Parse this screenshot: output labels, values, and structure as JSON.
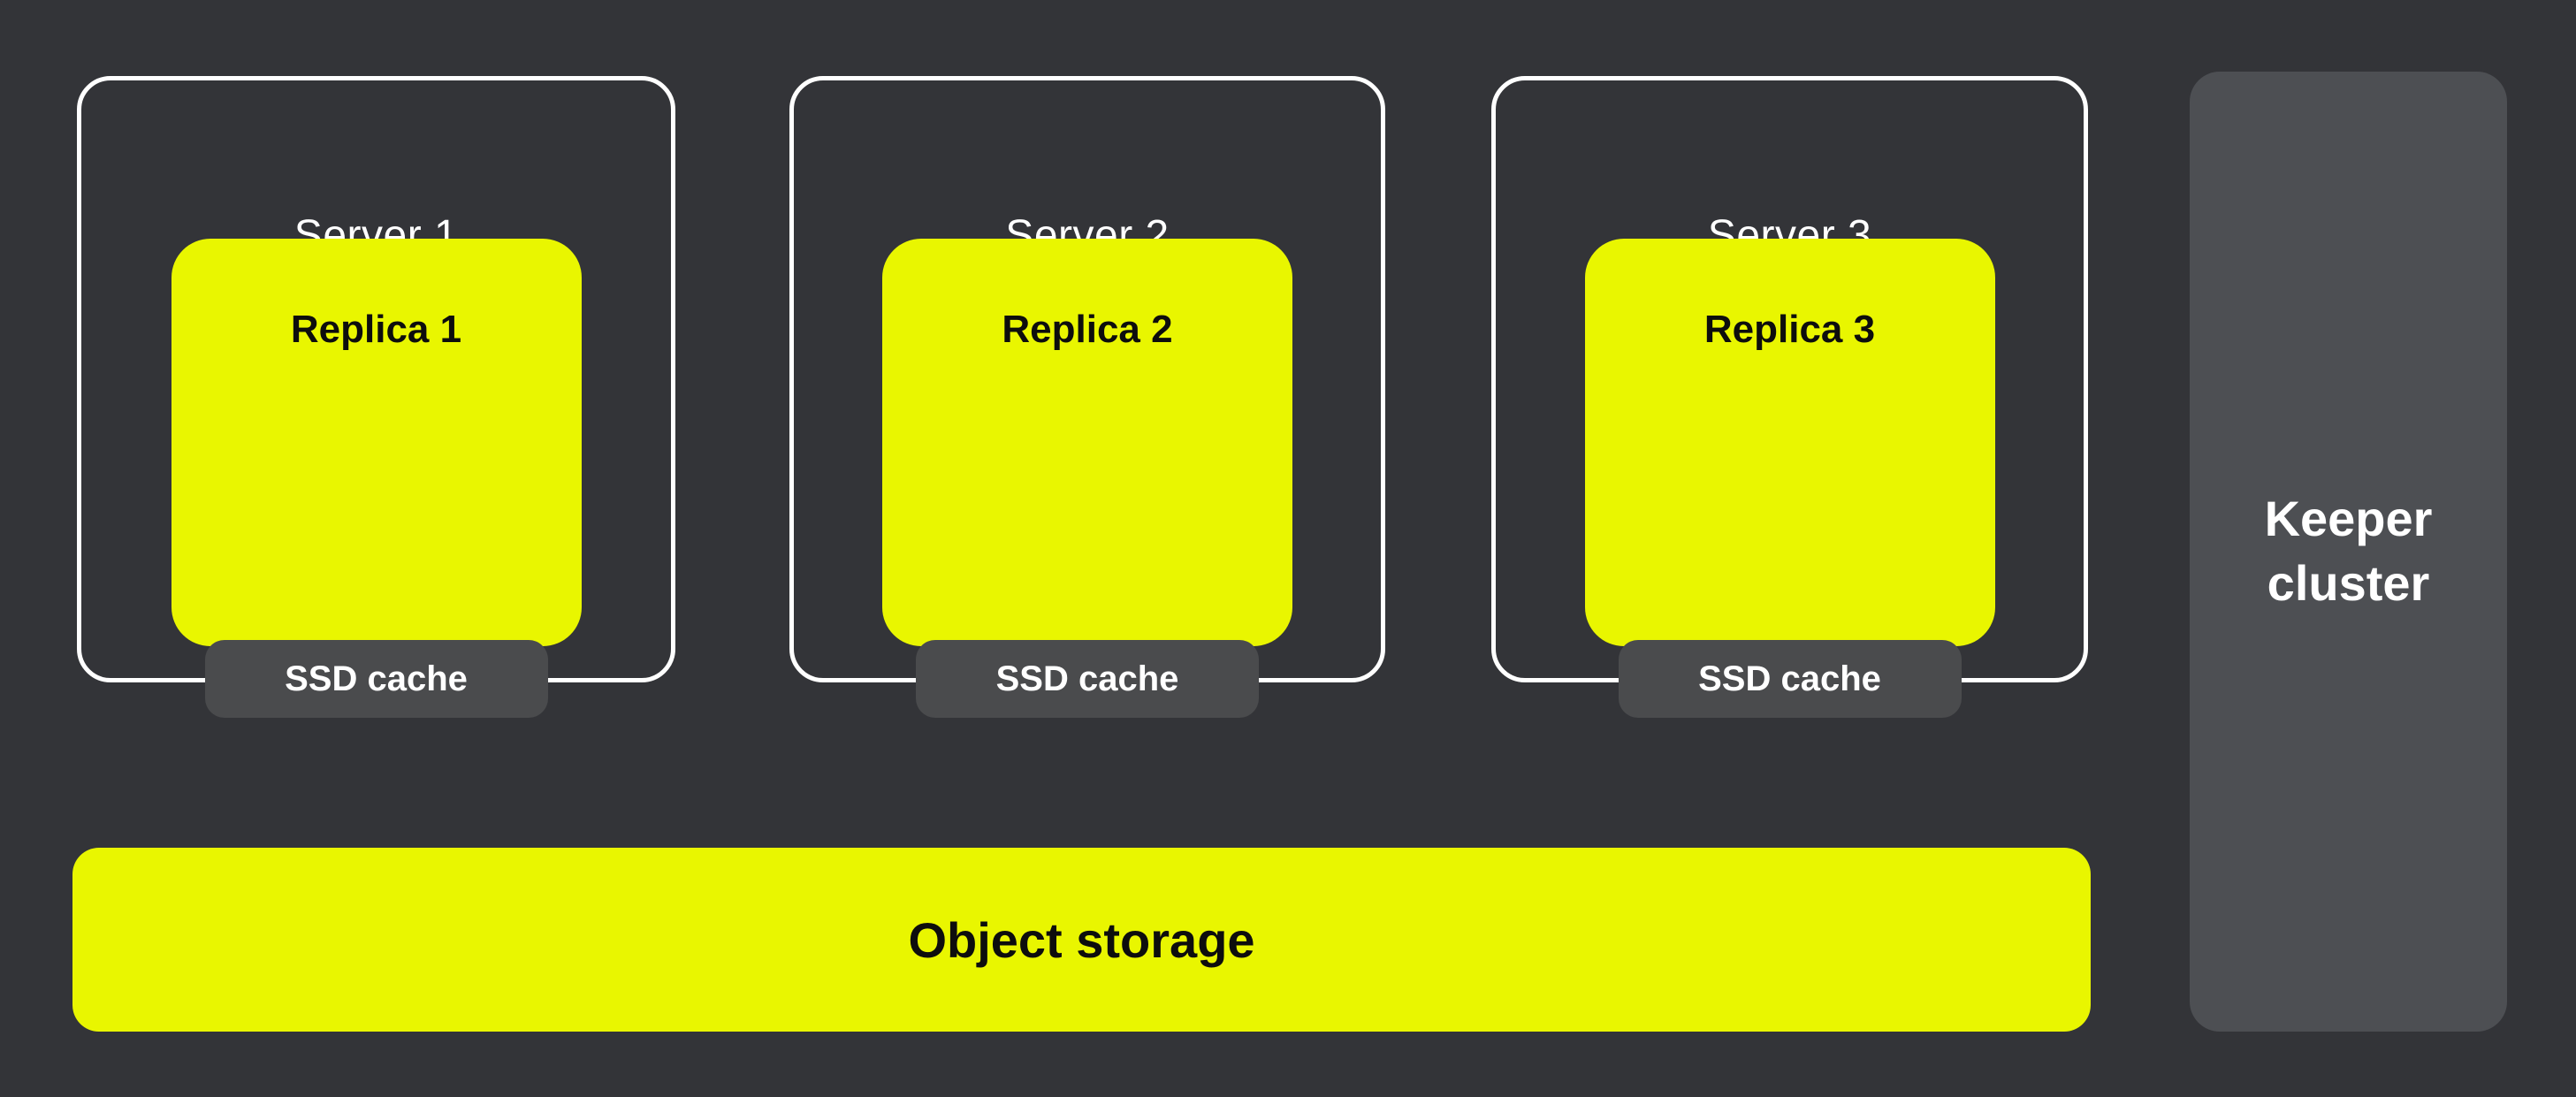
{
  "diagram": {
    "title": "replicated-servers-architecture",
    "colors": {
      "background": "#333438",
      "accent_yellow": "#e9f600",
      "server_border": "#ffffff",
      "ssd_badge_gray": "#4a4b4d",
      "keeper_panel_gray": "#4d4f53",
      "light_text": "#ffffff",
      "dark_text": "#0d0d0d"
    },
    "servers": [
      {
        "label": "Server 1",
        "replica_label": "Replica 1",
        "cache_label": "SSD cache"
      },
      {
        "label": "Server 2",
        "replica_label": "Replica 2",
        "cache_label": "SSD cache"
      },
      {
        "label": "Server 3",
        "replica_label": "Replica 3",
        "cache_label": "SSD cache"
      }
    ],
    "object_storage": {
      "label": "Object storage"
    },
    "keeper": {
      "lines": [
        "Keeper",
        "cluster"
      ]
    }
  }
}
